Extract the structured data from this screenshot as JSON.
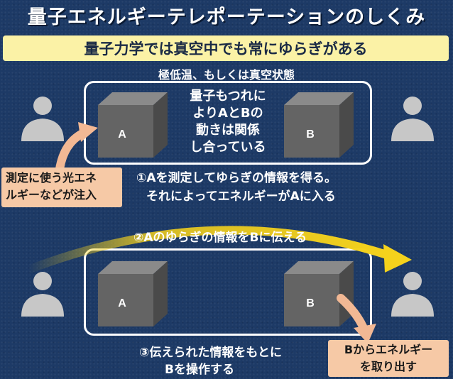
{
  "title": "量子エネルギーテレポーテーションのしくみ",
  "subtitle": "量子力学では真空中でも常にゆらぎがある",
  "condition_label": "極低温、もしくは真空状態",
  "entanglement_text": [
    "量子もつれに",
    "よりAとBの",
    "動きは関係",
    "し合っている"
  ],
  "steps": {
    "step1": [
      "①Aを測定してゆらぎの情報を得る。",
      "それによってエネルギーがAに入る"
    ],
    "step2": "②Aのゆらぎの情報をBに伝える",
    "step3": [
      "③伝えられた情報をもとに",
      "Bを操作する"
    ]
  },
  "notes": {
    "inject": [
      "測定に使う光エネ",
      "ルギーなどが注入"
    ],
    "extract": [
      "Bからエネルギー",
      "を取り出す"
    ]
  },
  "cubes": {
    "top_a": "A",
    "top_b": "B",
    "bottom_a": "A",
    "bottom_b": "B"
  },
  "colors": {
    "background": "#1d3a66",
    "subtitle_bar": "#fbf2a6",
    "note_box": "#f6c9a6",
    "arrow_yellow": "#f5d21c",
    "arrow_peach": "#f2b894",
    "cube": "#646464",
    "person": "#c7c7c7"
  },
  "icons": [
    "person-icon",
    "cube-icon",
    "arrow-icon"
  ]
}
